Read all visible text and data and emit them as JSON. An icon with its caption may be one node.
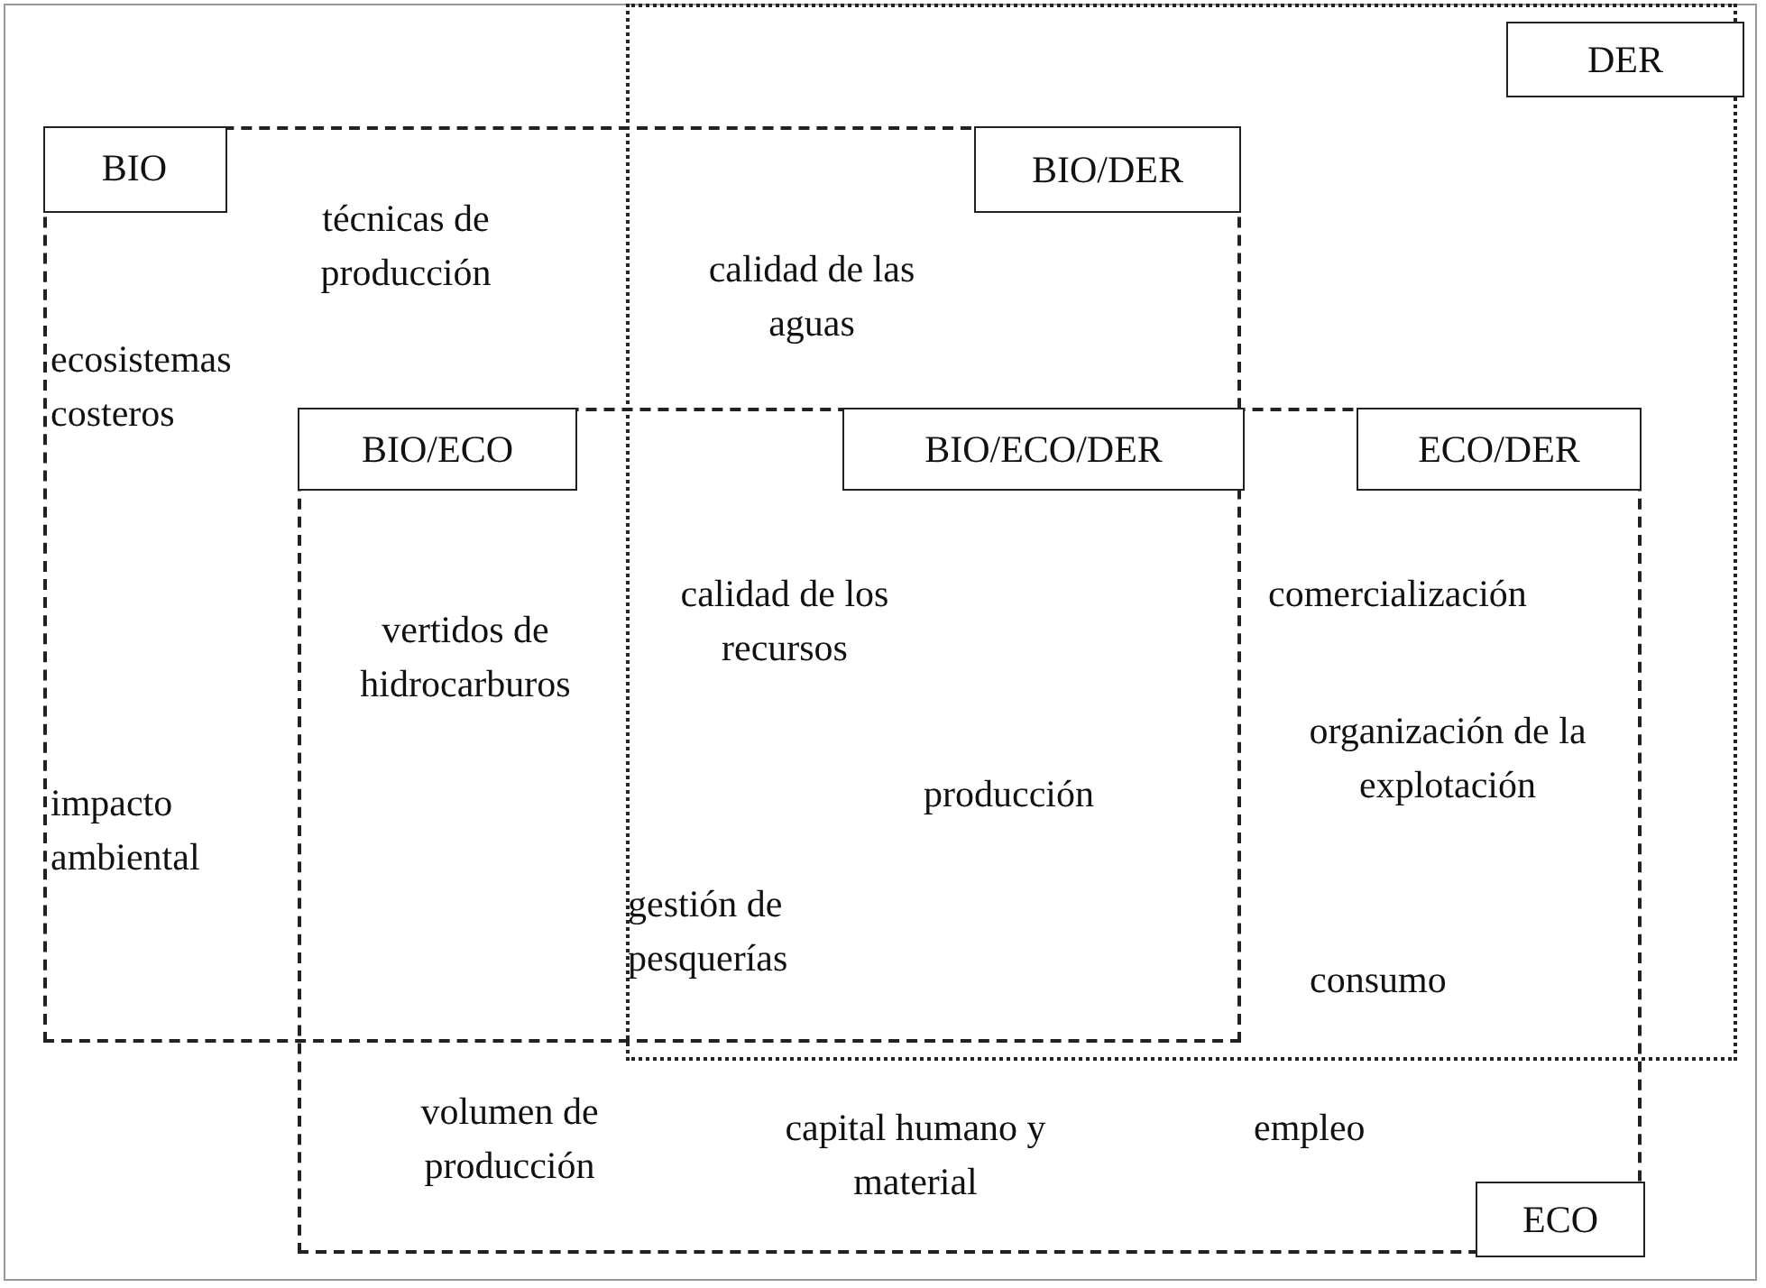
{
  "diagram": {
    "nodes": [
      {
        "text": [
          "BIO"
        ]
      },
      {
        "text": [
          "DER"
        ]
      },
      {
        "text": [
          "ECO"
        ]
      },
      {
        "text": [
          "BIO/DER"
        ]
      },
      {
        "text": [
          "BIO/ECO"
        ]
      },
      {
        "text": [
          "BIO/ECO/DER"
        ]
      },
      {
        "text": [
          "ECO/DER"
        ]
      }
    ],
    "labels": [
      "técnicas de producción",
      "calidad de las aguas",
      "ecosistemas costeros",
      "calidad de los recursos",
      "comercialización",
      "vertidos de hidrocarburos",
      "organización de la explotación",
      "impacto ambiental",
      "producción",
      "gestión de pesquerías",
      "consumo",
      "volumen de producción",
      "capital humano y material",
      "empleo"
    ]
  }
}
